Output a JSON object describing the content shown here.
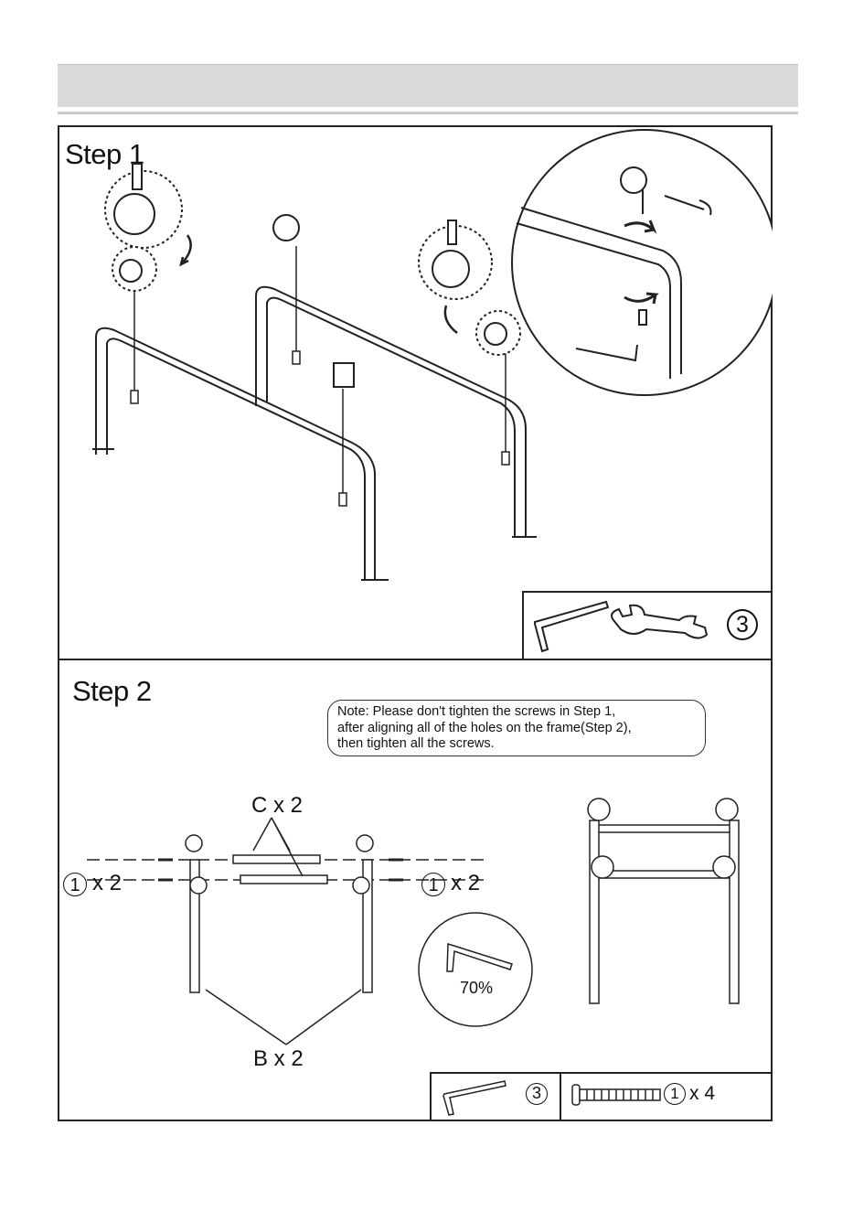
{
  "step1": {
    "title": "Step 1",
    "tool_number": "3"
  },
  "step2": {
    "title": "Step 2",
    "note_lines": [
      "Note: Please don't tighten the screws in Step 1,",
      "after aligning all of the holes on the frame(Step 2),",
      "then tighten all the screws."
    ],
    "label_c": "C x 2",
    "label_b": "B x 2",
    "left_screw_number": "1",
    "left_screw_qty": "x 2",
    "right_screw_number": "1",
    "right_screw_qty": "x 2",
    "wrench_percent": "70%",
    "tool_number": "3",
    "screw_number": "1",
    "screw_qty": "x 4"
  }
}
